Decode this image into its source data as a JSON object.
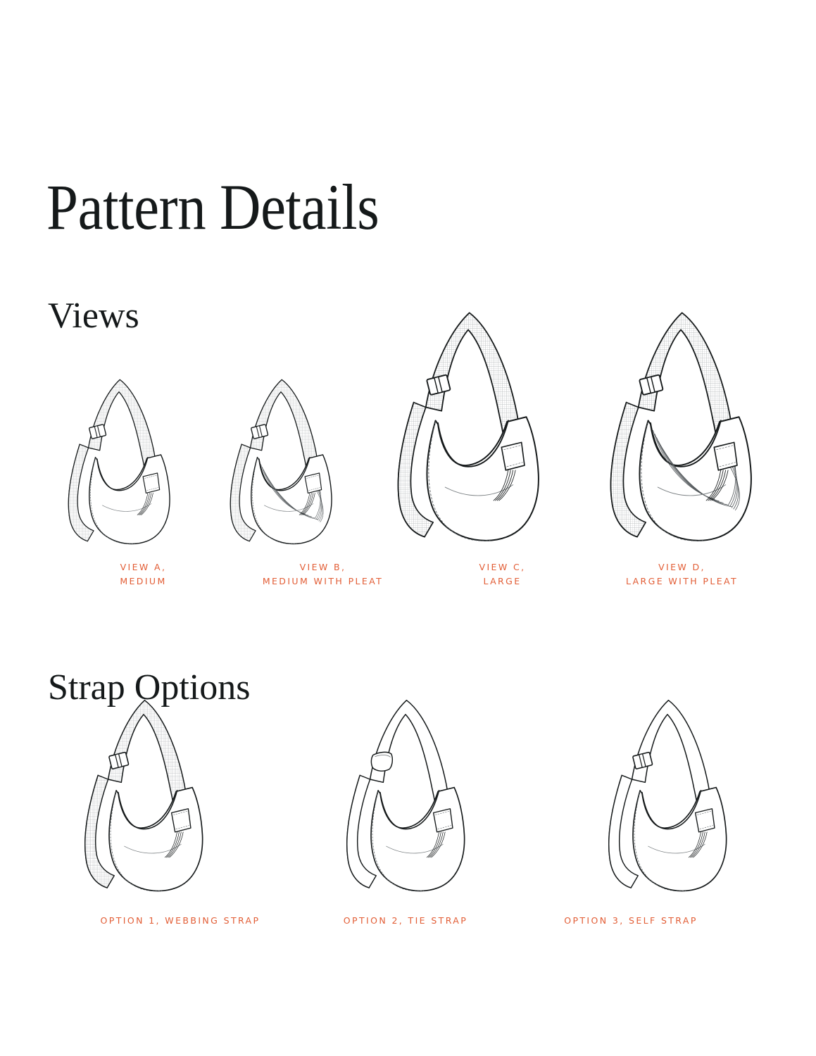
{
  "document": {
    "title": "Pattern Details",
    "background_color": "#FFFFFF",
    "ink_color": "#15191A",
    "accent_color": "#E25C34"
  },
  "sections": [
    {
      "id": "views",
      "heading": "Views",
      "figures": [
        {
          "id": "view-a",
          "caption": "VIEW A,\nMEDIUM",
          "size": "medium",
          "pleat": false,
          "strap": "webbing",
          "scale": 0.62
        },
        {
          "id": "view-b",
          "caption": "VIEW B,\nMEDIUM WITH PLEAT",
          "size": "medium",
          "pleat": true,
          "strap": "webbing",
          "scale": 0.62
        },
        {
          "id": "view-c",
          "caption": "VIEW C,\nLARGE",
          "size": "large",
          "pleat": false,
          "strap": "webbing",
          "scale": 0.86
        },
        {
          "id": "view-d",
          "caption": "VIEW D,\nLARGE WITH PLEAT",
          "size": "large",
          "pleat": true,
          "strap": "webbing",
          "scale": 0.86
        }
      ]
    },
    {
      "id": "strap-options",
      "heading": "Strap Options",
      "figures": [
        {
          "id": "option-1",
          "caption": "OPTION 1, WEBBING STRAP",
          "strap": "webbing",
          "pleat": false,
          "scale": 0.72
        },
        {
          "id": "option-2",
          "caption": "OPTION 2, TIE STRAP",
          "strap": "tie",
          "pleat": false,
          "scale": 0.72
        },
        {
          "id": "option-3",
          "caption": "OPTION 3, SELF STRAP",
          "strap": "self",
          "pleat": false,
          "scale": 0.72
        }
      ]
    }
  ]
}
